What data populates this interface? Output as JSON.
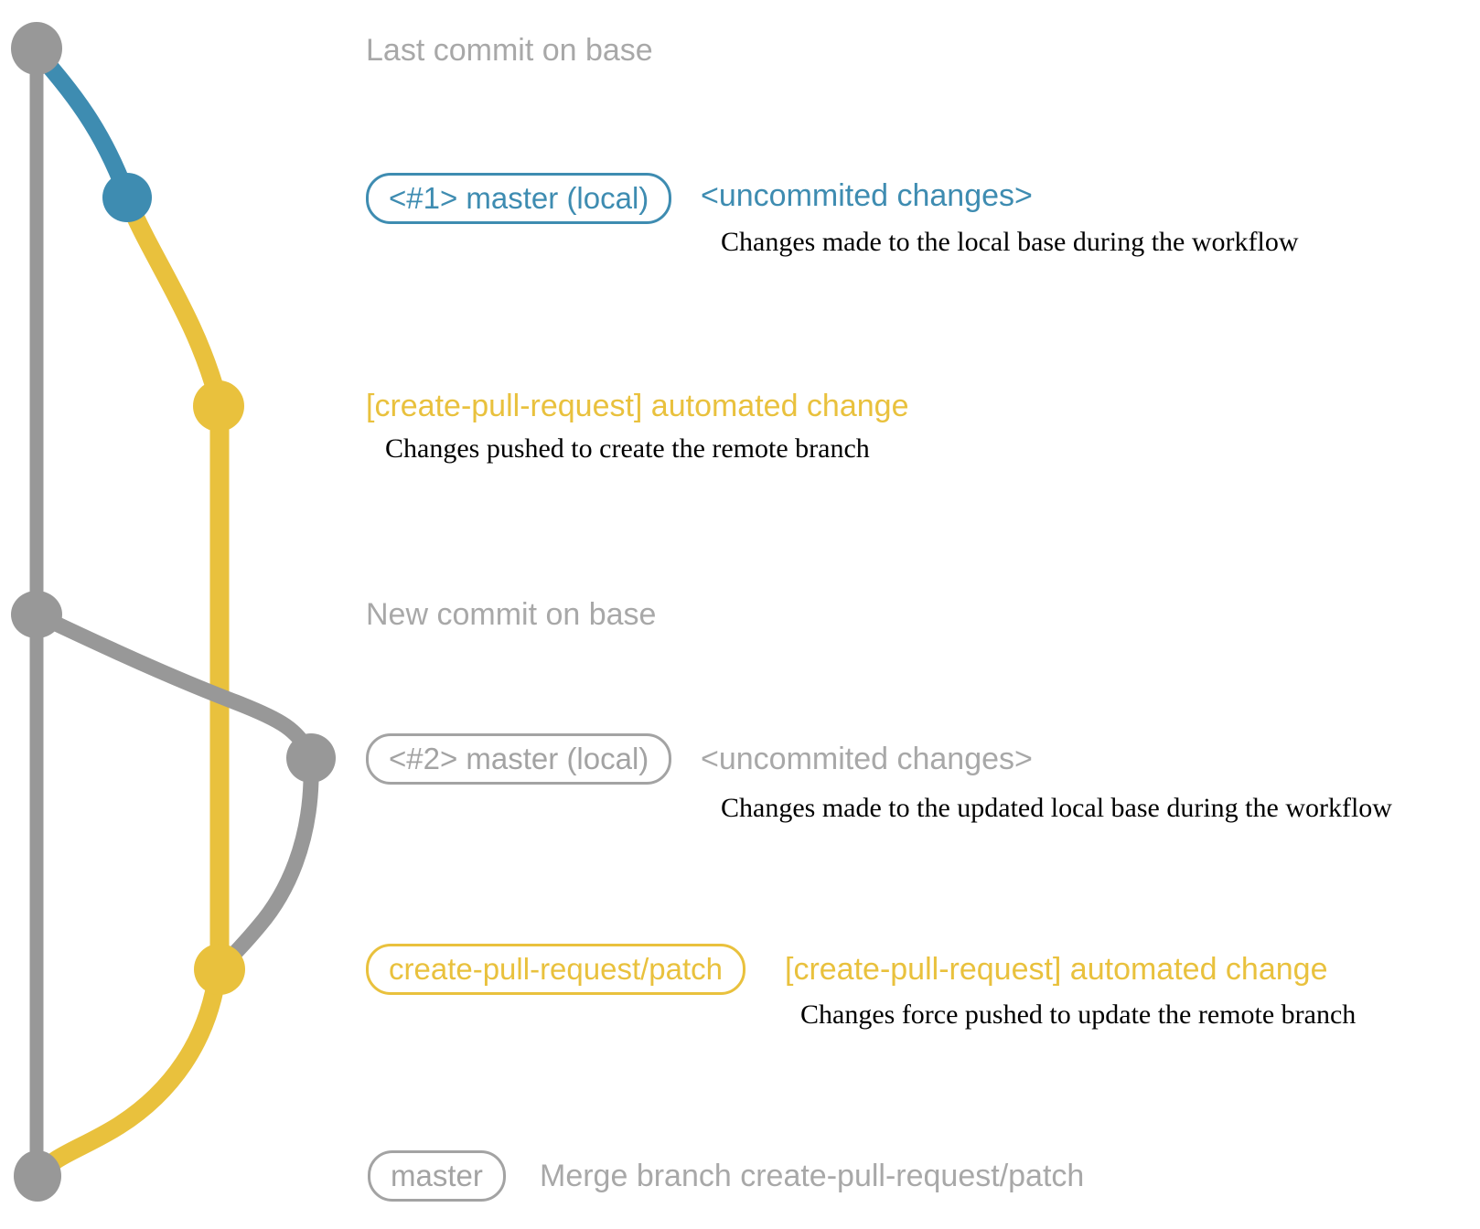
{
  "colors": {
    "blue": "#3e8cb1",
    "yellow": "#e9c13d",
    "gray": "#989898",
    "text_gray": "#a8a8a8",
    "badge_gray": "#a3a3a3",
    "note_black": "#000000",
    "background": "#ffffff"
  },
  "graph": {
    "description": "git commit graph",
    "nodes": [
      {
        "name": "last-commit-on-base",
        "color": "gray"
      },
      {
        "name": "local-commit-1",
        "color": "blue"
      },
      {
        "name": "remote-branch-commit-1",
        "color": "yellow"
      },
      {
        "name": "new-commit-on-base",
        "color": "gray"
      },
      {
        "name": "local-commit-2",
        "color": "gray"
      },
      {
        "name": "remote-branch-commit-2",
        "color": "yellow"
      },
      {
        "name": "merge-commit",
        "color": "gray"
      }
    ]
  },
  "rows": {
    "last_commit": {
      "label": "Last commit on base"
    },
    "commit1": {
      "badge": "<#1> master (local)",
      "heading": "<uncommited changes>",
      "note": "Changes made to the local base during the workflow"
    },
    "push1": {
      "heading": "[create-pull-request] automated change",
      "note": "Changes pushed to create the remote branch"
    },
    "new_commit": {
      "label": "New commit on base"
    },
    "commit2": {
      "badge": "<#2> master (local)",
      "heading": "<uncommited changes>",
      "note": "Changes made to the updated local base during the workflow"
    },
    "push2": {
      "badge": "create-pull-request/patch",
      "heading": "[create-pull-request] automated change",
      "note": "Changes force pushed to update the remote branch"
    },
    "merge": {
      "badge": "master",
      "label": "Merge branch create-pull-request/patch"
    }
  }
}
